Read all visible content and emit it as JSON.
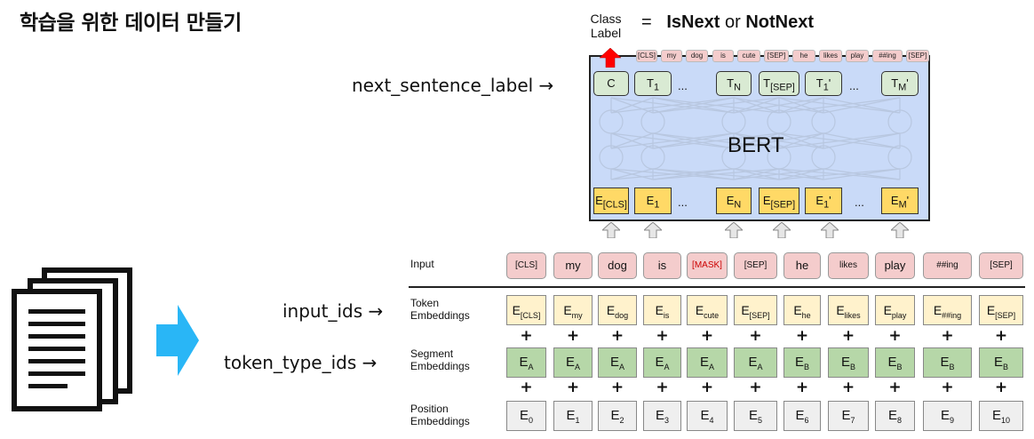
{
  "title": "학습을 위한 데이터 만들기",
  "class_label": {
    "label_lines": [
      "Class",
      "Label"
    ],
    "eq": "=",
    "opt1": "IsNext",
    "or": "or",
    "opt2": "NotNext"
  },
  "bert": {
    "name": "BERT",
    "output_tokens": [
      "[CLS]",
      "my",
      "dog",
      "is",
      "cute",
      "[SEP]",
      "he",
      "likes",
      "play",
      "##ing",
      "[SEP]"
    ],
    "t_nodes": [
      {
        "main": "C",
        "sub": ""
      },
      {
        "main": "T",
        "sub": "1"
      },
      {
        "main": "T",
        "sub": "N"
      },
      {
        "main": "T",
        "sub": "[SEP]"
      },
      {
        "main": "T",
        "sub": "1",
        "prime": "'"
      },
      {
        "main": "T",
        "sub": "M",
        "prime": "'"
      }
    ],
    "e_nodes": [
      {
        "main": "E",
        "sub": "[CLS]"
      },
      {
        "main": "E",
        "sub": "1"
      },
      {
        "main": "E",
        "sub": "N"
      },
      {
        "main": "E",
        "sub": "[SEP]"
      },
      {
        "main": "E",
        "sub": "1",
        "prime": "'"
      },
      {
        "main": "E",
        "sub": "M",
        "prime": "'"
      }
    ],
    "ellipsis": "..."
  },
  "side_labels": {
    "next_sentence": "next_sentence_label →",
    "input_ids": "input_ids →",
    "token_type_ids": "token_type_ids →"
  },
  "rows": {
    "input": "Input",
    "token": [
      "Token",
      "Embeddings"
    ],
    "segment": [
      "Segment",
      "Embeddings"
    ],
    "position": [
      "Position",
      "Embeddings"
    ]
  },
  "input_tokens": [
    "[CLS]",
    "my",
    "dog",
    "is",
    "[MASK]",
    "[SEP]",
    "he",
    "likes",
    "play",
    "##ing",
    "[SEP]"
  ],
  "token_emb_subs": [
    "[CLS]",
    "my",
    "dog",
    "is",
    "cute",
    "[SEP]",
    "he",
    "likes",
    "play",
    "##ing",
    "[SEP]"
  ],
  "segment_emb_subs": [
    "A",
    "A",
    "A",
    "A",
    "A",
    "A",
    "B",
    "B",
    "B",
    "B",
    "B"
  ],
  "position_emb_subs": [
    "0",
    "1",
    "2",
    "3",
    "4",
    "5",
    "6",
    "7",
    "8",
    "9",
    "10"
  ],
  "plus_sign": "+",
  "colors": {
    "bert_bg": "#c9daf8",
    "input_pink": "#f4cccc",
    "mask_red": "#cc0000",
    "token_yellow": "#fff2cc",
    "segment_green": "#b6d7a8",
    "position_gray": "#efefef",
    "e_node_yellow": "#ffd966",
    "t_node_green": "#d9ead3",
    "arrow_red": "#ff0000",
    "arrow_blue": "#29b6f6"
  }
}
